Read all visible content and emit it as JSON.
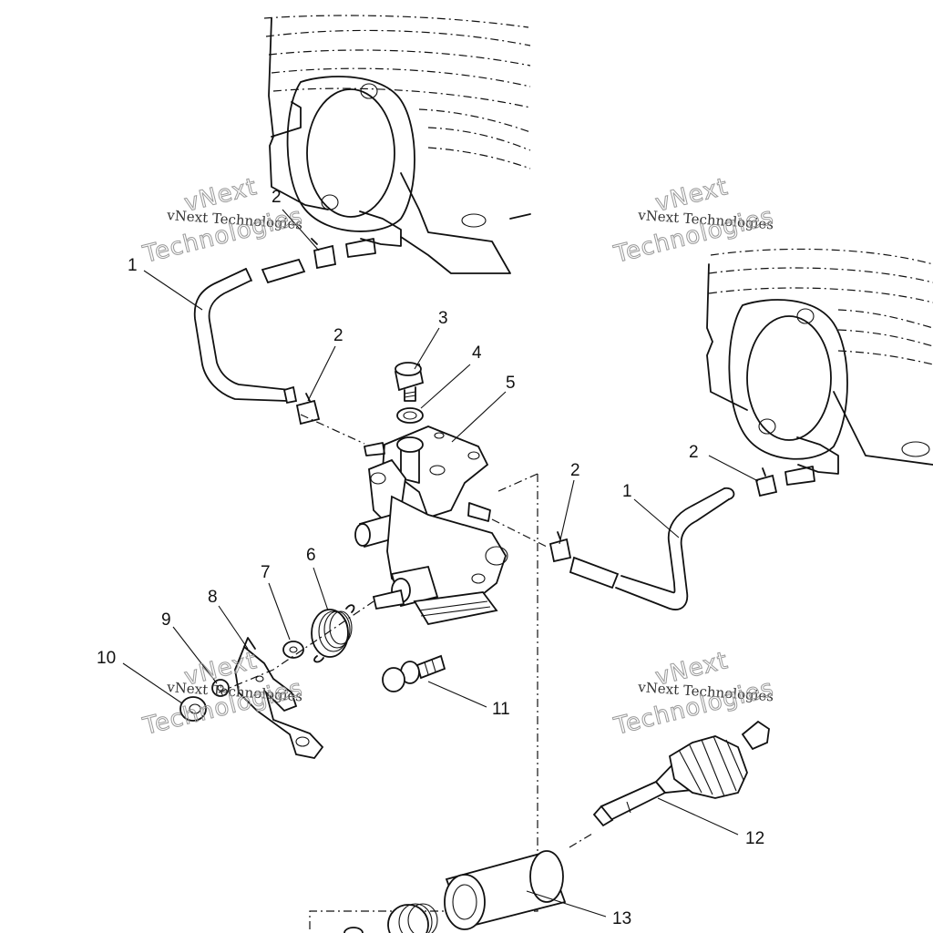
{
  "callouts": [
    {
      "id": "c1a",
      "text": "1"
    },
    {
      "id": "c2a",
      "text": "2"
    },
    {
      "id": "c2b",
      "text": "2"
    },
    {
      "id": "c3",
      "text": "3"
    },
    {
      "id": "c4",
      "text": "4"
    },
    {
      "id": "c5",
      "text": "5"
    },
    {
      "id": "c2c",
      "text": "2"
    },
    {
      "id": "c1b",
      "text": "1"
    },
    {
      "id": "c2d",
      "text": "2"
    },
    {
      "id": "c6",
      "text": "6"
    },
    {
      "id": "c7",
      "text": "7"
    },
    {
      "id": "c8",
      "text": "8"
    },
    {
      "id": "c9",
      "text": "9"
    },
    {
      "id": "c10",
      "text": "10"
    },
    {
      "id": "c11",
      "text": "11"
    },
    {
      "id": "c12",
      "text": "12"
    },
    {
      "id": "c13",
      "text": "13"
    }
  ],
  "watermark": {
    "line1": "vNext Technologies",
    "line2": "Technologies",
    "line3": "vNext"
  }
}
